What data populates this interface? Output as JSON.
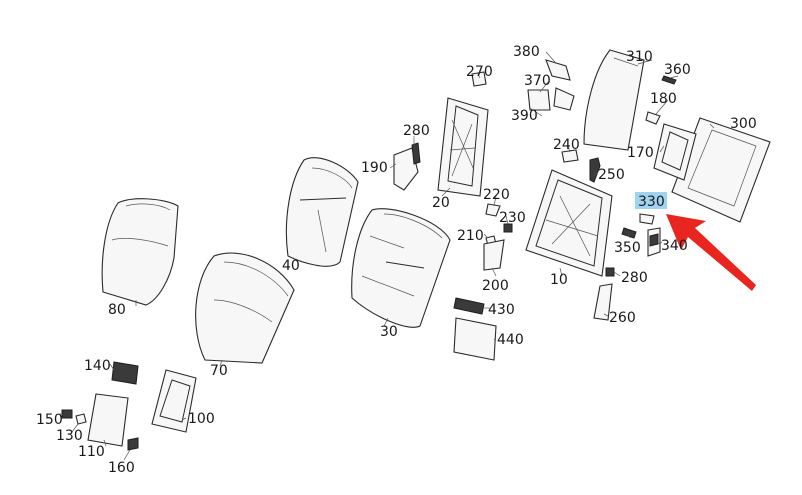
{
  "diagram": {
    "highlight_color": "#9fd3ef",
    "arrow_color": "#e8261f",
    "highlighted_part": "330",
    "labels": [
      {
        "id": "380",
        "text": "380"
      },
      {
        "id": "310",
        "text": "310"
      },
      {
        "id": "360",
        "text": "360"
      },
      {
        "id": "270",
        "text": "270"
      },
      {
        "id": "370",
        "text": "370"
      },
      {
        "id": "180",
        "text": "180"
      },
      {
        "id": "390",
        "text": "390"
      },
      {
        "id": "300",
        "text": "300"
      },
      {
        "id": "280a",
        "text": "280"
      },
      {
        "id": "240",
        "text": "240"
      },
      {
        "id": "170",
        "text": "170"
      },
      {
        "id": "190",
        "text": "190"
      },
      {
        "id": "250",
        "text": "250"
      },
      {
        "id": "20",
        "text": "20"
      },
      {
        "id": "220",
        "text": "220"
      },
      {
        "id": "330",
        "text": "330"
      },
      {
        "id": "230",
        "text": "230"
      },
      {
        "id": "210",
        "text": "210"
      },
      {
        "id": "350",
        "text": "350"
      },
      {
        "id": "340",
        "text": "340"
      },
      {
        "id": "40",
        "text": "40"
      },
      {
        "id": "200",
        "text": "200"
      },
      {
        "id": "10",
        "text": "10"
      },
      {
        "id": "280b",
        "text": "280"
      },
      {
        "id": "80",
        "text": "80"
      },
      {
        "id": "430",
        "text": "430"
      },
      {
        "id": "260",
        "text": "260"
      },
      {
        "id": "30",
        "text": "30"
      },
      {
        "id": "440",
        "text": "440"
      },
      {
        "id": "70",
        "text": "70"
      },
      {
        "id": "140",
        "text": "140"
      },
      {
        "id": "150",
        "text": "150"
      },
      {
        "id": "100",
        "text": "100"
      },
      {
        "id": "130",
        "text": "130"
      },
      {
        "id": "110",
        "text": "110"
      },
      {
        "id": "160",
        "text": "160"
      }
    ]
  }
}
